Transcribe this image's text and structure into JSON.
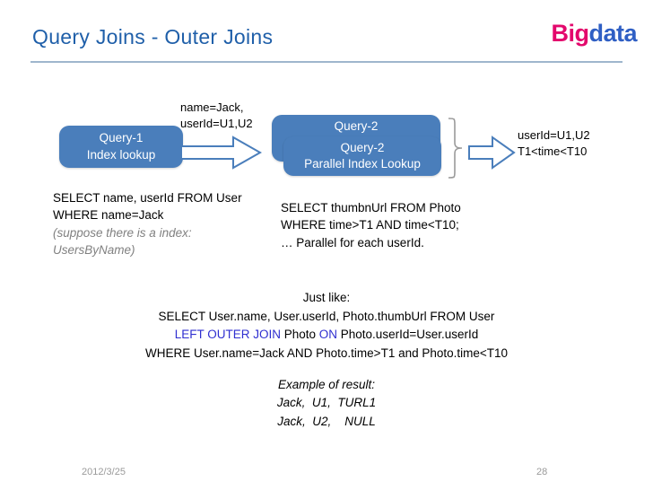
{
  "slide": {
    "title": "Query Joins - Outer Joins",
    "brand": {
      "part1": "Big",
      "part2": "data",
      "color1": "#e3086c",
      "color2": "#2f5fc4"
    },
    "title_color": "#1f5fa9",
    "rule_color": "#9fb6cd"
  },
  "diagram": {
    "box_fill": "#4a7ebb",
    "arrow_outline": "#4a7ebb",
    "boxes": [
      {
        "name": "query-1",
        "line1": "Query-1",
        "line2": "Index lookup"
      },
      {
        "name": "query-2-back",
        "line1": "Query-2"
      },
      {
        "name": "query-2-front",
        "line1": "Query-2",
        "line2": "Parallel Index Lookup"
      }
    ],
    "labels": {
      "arrow1_line1": "name=Jack,",
      "arrow1_line2": "userId=U1,U2",
      "arrow2_line1": "userId=U1,U2",
      "arrow2_line2": "T1<time<T10"
    }
  },
  "sql_left": {
    "line1": "SELECT name, userId FROM User",
    "line2": "WHERE name=Jack",
    "note1": "(suppose there is a index:",
    "note2": " UsersByName)"
  },
  "sql_right": {
    "line1": "SELECT thumbnUrl FROM Photo",
    "line2": "WHERE time>T1 AND time<T10;",
    "line3": "… Parallel for each userId."
  },
  "just_like": {
    "heading": "Just  like:",
    "line1": "SELECT User.name, User.userId, Photo.thumbUrl FROM User",
    "line2_kw1": "LEFT OUTER JOIN",
    "line2_mid": " Photo ",
    "line2_kw2": "ON",
    "line2_tail": " Photo.userId=User.userId",
    "line3": "WHERE User.name=Jack AND Photo.time>T1 and Photo.time<T10",
    "keyword_color": "#2f2fd0"
  },
  "result": {
    "heading": "Example of result:",
    "row1": "Jack,  U1,  TURL1",
    "row2": "Jack,  U2,    NULL"
  },
  "footer": {
    "date": "2012/3/25",
    "page_number": "28"
  }
}
